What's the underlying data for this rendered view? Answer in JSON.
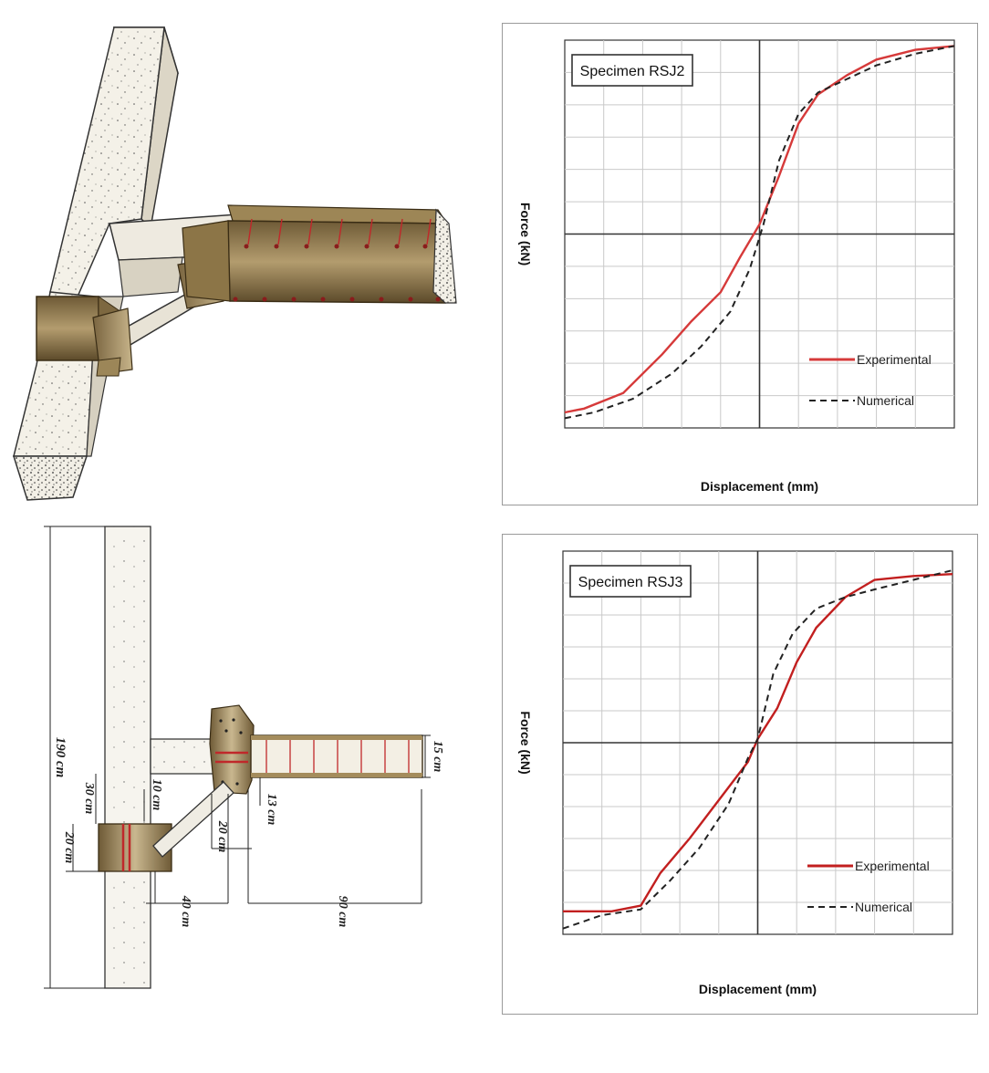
{
  "dimensions": {
    "height_total": "190 cm",
    "col_upper": "30 cm",
    "col_block": "20 cm",
    "brace_offset": "10 cm",
    "plate_width": "20 cm",
    "brace_span": "40 cm",
    "beam_length": "90 cm",
    "beam_depth": "15 cm",
    "beam_offset": "13 cm"
  },
  "chart_data": [
    {
      "type": "line",
      "title": "Specimen RSJ2",
      "xlabel": "Displacement (mm)",
      "ylabel": "Force (kN)",
      "xlim": [
        -1,
        1
      ],
      "ylim": [
        -1,
        1
      ],
      "grid": true,
      "legend": "bottom-right",
      "series": [
        {
          "name": "Experimental",
          "color": "#d63a3a",
          "style": "solid",
          "x": [
            -1.0,
            -0.9,
            -0.7,
            -0.5,
            -0.35,
            -0.2,
            -0.1,
            0.0,
            0.1,
            0.2,
            0.3,
            0.45,
            0.6,
            0.8,
            1.0
          ],
          "y": [
            -0.92,
            -0.9,
            -0.82,
            -0.62,
            -0.45,
            -0.3,
            -0.12,
            0.05,
            0.3,
            0.57,
            0.72,
            0.82,
            0.9,
            0.95,
            0.97
          ]
        },
        {
          "name": "Numerical",
          "color": "#222222",
          "style": "dashed",
          "x": [
            -1.0,
            -0.85,
            -0.65,
            -0.45,
            -0.3,
            -0.15,
            -0.05,
            0.02,
            0.1,
            0.2,
            0.3,
            0.45,
            0.6,
            0.8,
            1.0
          ],
          "y": [
            -0.95,
            -0.92,
            -0.85,
            -0.72,
            -0.58,
            -0.4,
            -0.18,
            0.05,
            0.38,
            0.62,
            0.73,
            0.8,
            0.87,
            0.93,
            0.97
          ]
        }
      ]
    },
    {
      "type": "line",
      "title": "Specimen RSJ3",
      "xlabel": "Displacement (mm)",
      "ylabel": "Force (kN)",
      "xlim": [
        -1,
        1
      ],
      "ylim": [
        -1,
        1
      ],
      "grid": true,
      "legend": "bottom-right",
      "series": [
        {
          "name": "Experimental",
          "color": "#c21f1f",
          "style": "solid",
          "x": [
            -1.0,
            -0.75,
            -0.6,
            -0.5,
            -0.35,
            -0.2,
            -0.05,
            0.0,
            0.1,
            0.2,
            0.3,
            0.45,
            0.6,
            0.8,
            1.0
          ],
          "y": [
            -0.88,
            -0.88,
            -0.85,
            -0.68,
            -0.5,
            -0.3,
            -0.1,
            0.02,
            0.18,
            0.42,
            0.6,
            0.76,
            0.85,
            0.87,
            0.88
          ]
        },
        {
          "name": "Numerical",
          "color": "#222222",
          "style": "dashed",
          "x": [
            -1.0,
            -0.8,
            -0.6,
            -0.45,
            -0.3,
            -0.15,
            -0.05,
            0.0,
            0.08,
            0.18,
            0.3,
            0.45,
            0.6,
            0.8,
            1.0
          ],
          "y": [
            -0.97,
            -0.9,
            -0.87,
            -0.72,
            -0.55,
            -0.32,
            -0.08,
            0.02,
            0.36,
            0.57,
            0.7,
            0.76,
            0.8,
            0.85,
            0.9
          ]
        }
      ]
    }
  ]
}
